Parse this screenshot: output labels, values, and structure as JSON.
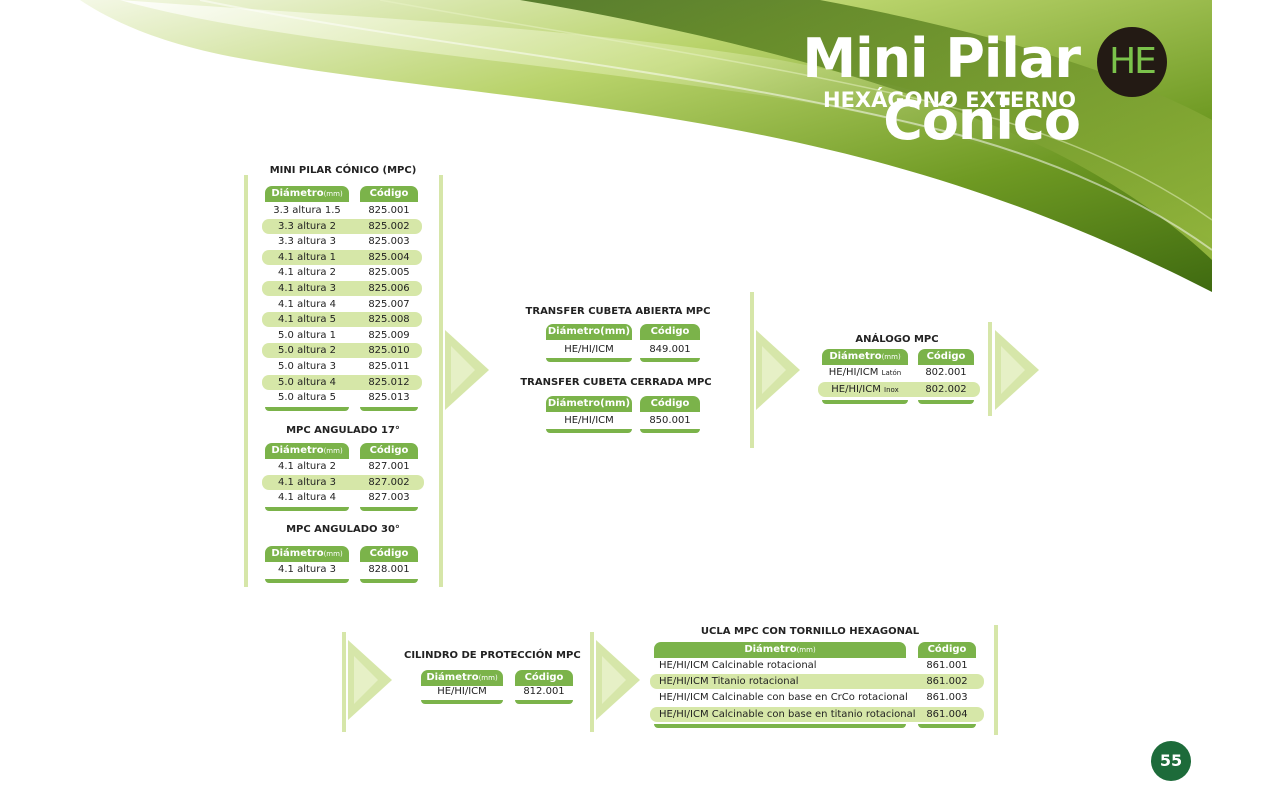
{
  "header": {
    "title": "Mini Pilar Cónico",
    "subtitle": "HEXÁGONO EXTERNO",
    "badge": "HE"
  },
  "page_number": "55",
  "columns": {
    "diametro": "Diámetro",
    "diametro_unit": "(mm)",
    "diametro_paren": "Diámetro(mm)",
    "codigo": "Código"
  },
  "mpc": {
    "title": "MINI PILAR CÓNICO (MPC)",
    "rows": [
      {
        "d": "3.3 altura 1.5",
        "c": "825.001"
      },
      {
        "d": "3.3 altura 2",
        "c": "825.002"
      },
      {
        "d": "3.3 altura 3",
        "c": "825.003"
      },
      {
        "d": "4.1 altura 1",
        "c": "825.004"
      },
      {
        "d": "4.1 altura 2",
        "c": "825.005"
      },
      {
        "d": "4.1 altura 3",
        "c": "825.006"
      },
      {
        "d": "4.1 altura 4",
        "c": "825.007"
      },
      {
        "d": "4.1 altura 5",
        "c": "825.008"
      },
      {
        "d": "5.0 altura 1",
        "c": "825.009"
      },
      {
        "d": "5.0 altura 2",
        "c": "825.010"
      },
      {
        "d": "5.0 altura 3",
        "c": "825.011"
      },
      {
        "d": "5.0 altura 4",
        "c": "825.012"
      },
      {
        "d": "5.0 altura 5",
        "c": "825.013"
      }
    ]
  },
  "ang17": {
    "title": "MPC ANGULADO 17°",
    "rows": [
      {
        "d": "4.1 altura 2",
        "c": "827.001"
      },
      {
        "d": "4.1 altura 3",
        "c": "827.002"
      },
      {
        "d": "4.1 altura 4",
        "c": "827.003"
      }
    ]
  },
  "ang30": {
    "title": "MPC ANGULADO 30°",
    "rows": [
      {
        "d": "4.1 altura 3",
        "c": "828.001"
      }
    ]
  },
  "transfer_abierta": {
    "title": "TRANSFER CUBETA ABIERTA MPC",
    "rows": [
      {
        "d": "HE/HI/ICM",
        "c": "849.001"
      }
    ]
  },
  "transfer_cerrada": {
    "title": "TRANSFER CUBETA CERRADA MPC",
    "rows": [
      {
        "d": "HE/HI/ICM",
        "c": "850.001"
      }
    ]
  },
  "analogo": {
    "title": "ANÁLOGO MPC",
    "rows": [
      {
        "d": "HE/HI/ICM",
        "sub": "Latón",
        "c": "802.001"
      },
      {
        "d": "HE/HI/ICM",
        "sub": "Inox",
        "c": "802.002"
      }
    ]
  },
  "cilindro": {
    "title": "CILINDRO DE PROTECCIÓN MPC",
    "rows": [
      {
        "d": "HE/HI/ICM",
        "c": "812.001"
      }
    ]
  },
  "ucla": {
    "title": "UCLA MPC CON TORNILLO HEXAGONAL",
    "rows": [
      {
        "d": "HE/HI/ICM Calcinable rotacional",
        "c": "861.001"
      },
      {
        "d": "HE/HI/ICM Titanio rotacional",
        "c": "861.002"
      },
      {
        "d": "HE/HI/ICM Calcinable con base en CrCo rotacional",
        "c": "861.003"
      },
      {
        "d": "HE/HI/ICM Calcinable con base en titanio rotacional",
        "c": "861.004"
      }
    ]
  },
  "colors": {
    "accent": "#7bb34a",
    "light": "#d6e7a8",
    "dark": "#1d6b3a"
  },
  "icons": {
    "arrow": "right-arrow-icon"
  }
}
